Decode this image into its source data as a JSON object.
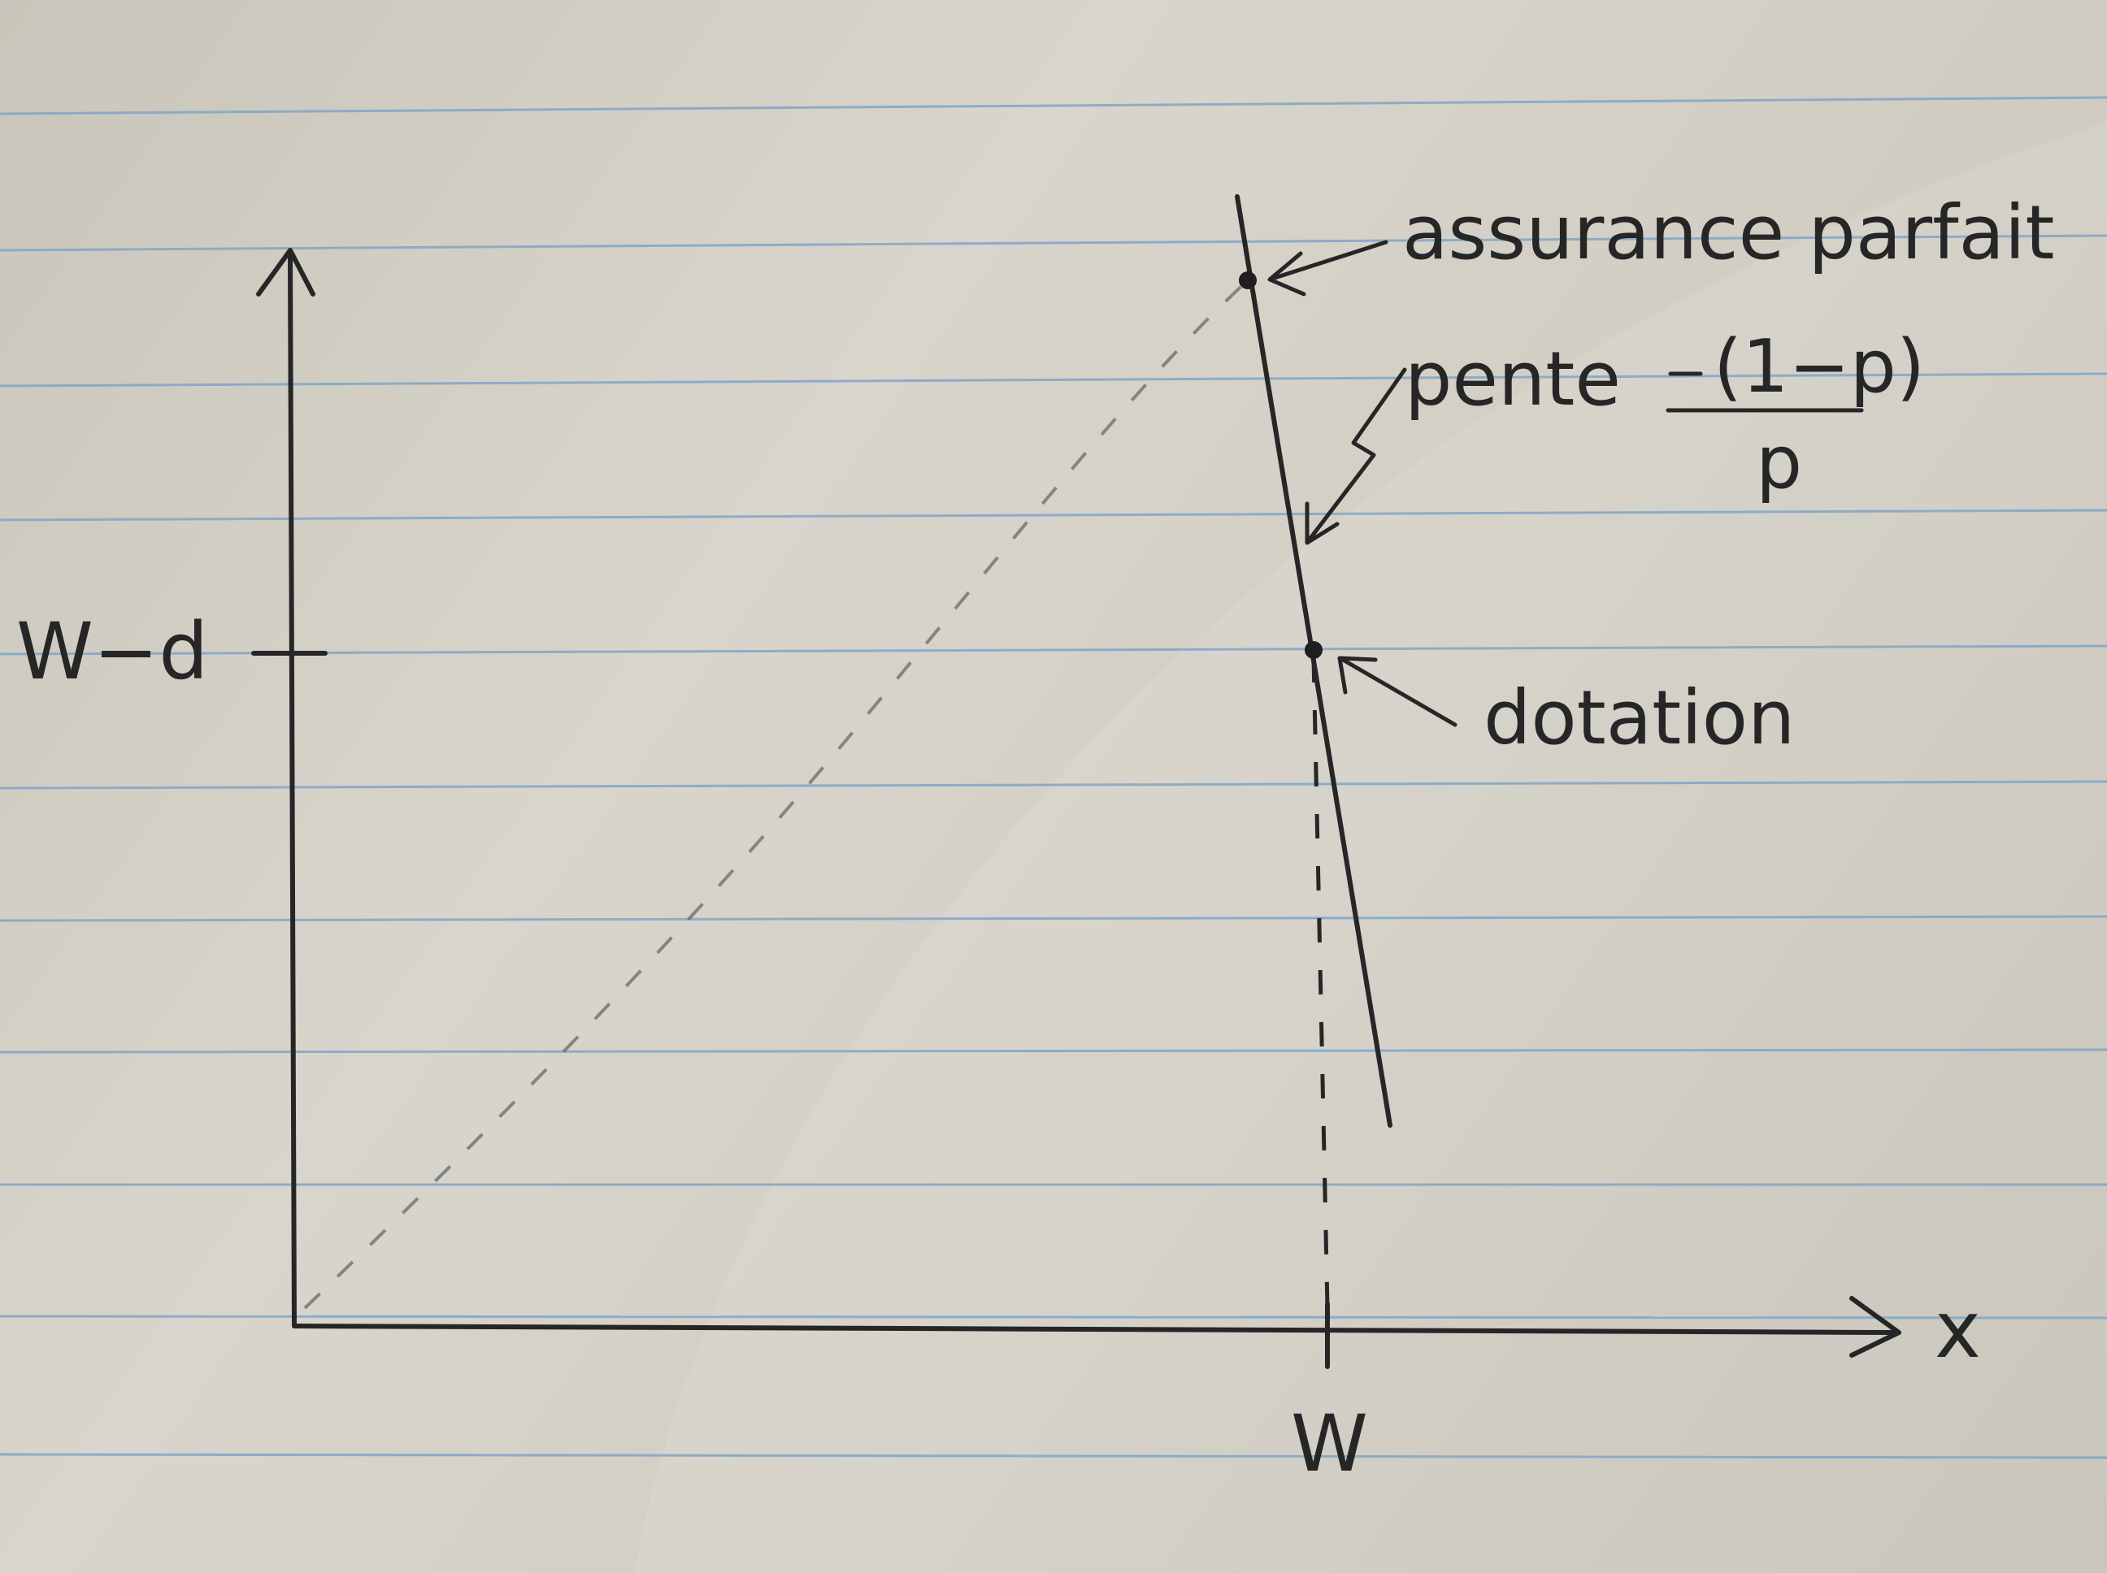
{
  "diagram": {
    "y_tick_label": "W−d",
    "x_tick_label": "W",
    "x_axis_label": "x",
    "annotation_perfect_insurance": "assurance parfait",
    "annotation_slope_word": "pente",
    "annotation_slope_numerator": "(1−p)",
    "annotation_slope_denominator": "p",
    "annotation_endowment": "dotation"
  },
  "colors": {
    "paper": "#d3cfc5",
    "ruled_line": "#7fa6c8",
    "ink": "#262626",
    "pencil_dashed": "#6a6a6a"
  }
}
